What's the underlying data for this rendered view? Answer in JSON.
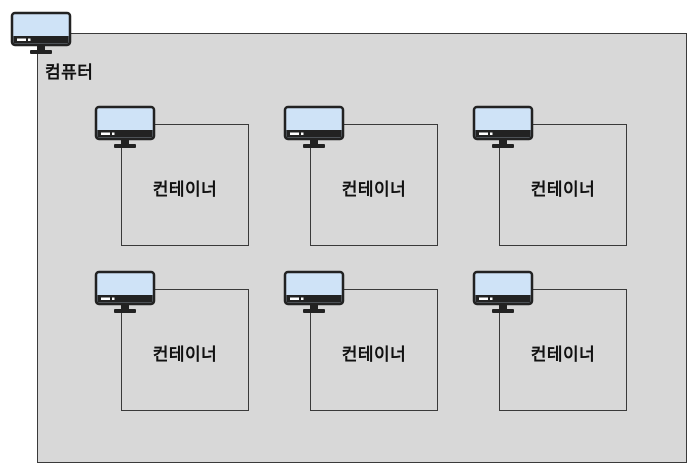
{
  "computer": {
    "label": "컴퓨터",
    "icon": "monitor-icon"
  },
  "containers": [
    {
      "label": "컨테이너",
      "icon": "monitor-icon"
    },
    {
      "label": "컨테이너",
      "icon": "monitor-icon"
    },
    {
      "label": "컨테이너",
      "icon": "monitor-icon"
    },
    {
      "label": "컨테이너",
      "icon": "monitor-icon"
    },
    {
      "label": "컨테이너",
      "icon": "monitor-icon"
    },
    {
      "label": "컨테이너",
      "icon": "monitor-icon"
    }
  ],
  "colors": {
    "monitor_screen": "#cfe3f7",
    "monitor_frame": "#222222",
    "box_fill": "#d8d8d8",
    "border": "#3a3a3a"
  }
}
